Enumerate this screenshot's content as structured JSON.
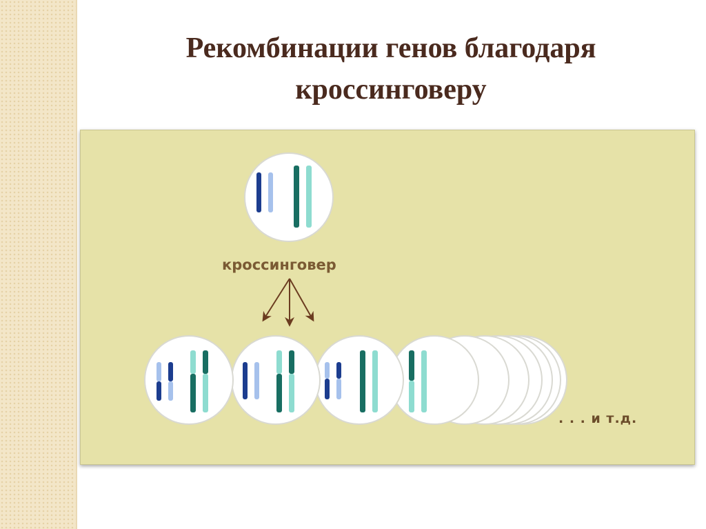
{
  "title": {
    "line1": "Рекомбинации генов благодаря",
    "line2": "кроссинговеру"
  },
  "diagram": {
    "process_label": "кроссинговер",
    "continuation_label": ". . .  и  т.д."
  },
  "colors": {
    "title": "#4a2a1e",
    "panel_background": "#e6e2a8",
    "dark_blue": "#1c3d8f",
    "light_blue": "#a6c1ec",
    "dark_teal": "#186e62",
    "light_teal": "#8edcd0",
    "arrow": "#6b3c20"
  },
  "icons": [
    "cell-circle",
    "chromosome",
    "arrow"
  ]
}
